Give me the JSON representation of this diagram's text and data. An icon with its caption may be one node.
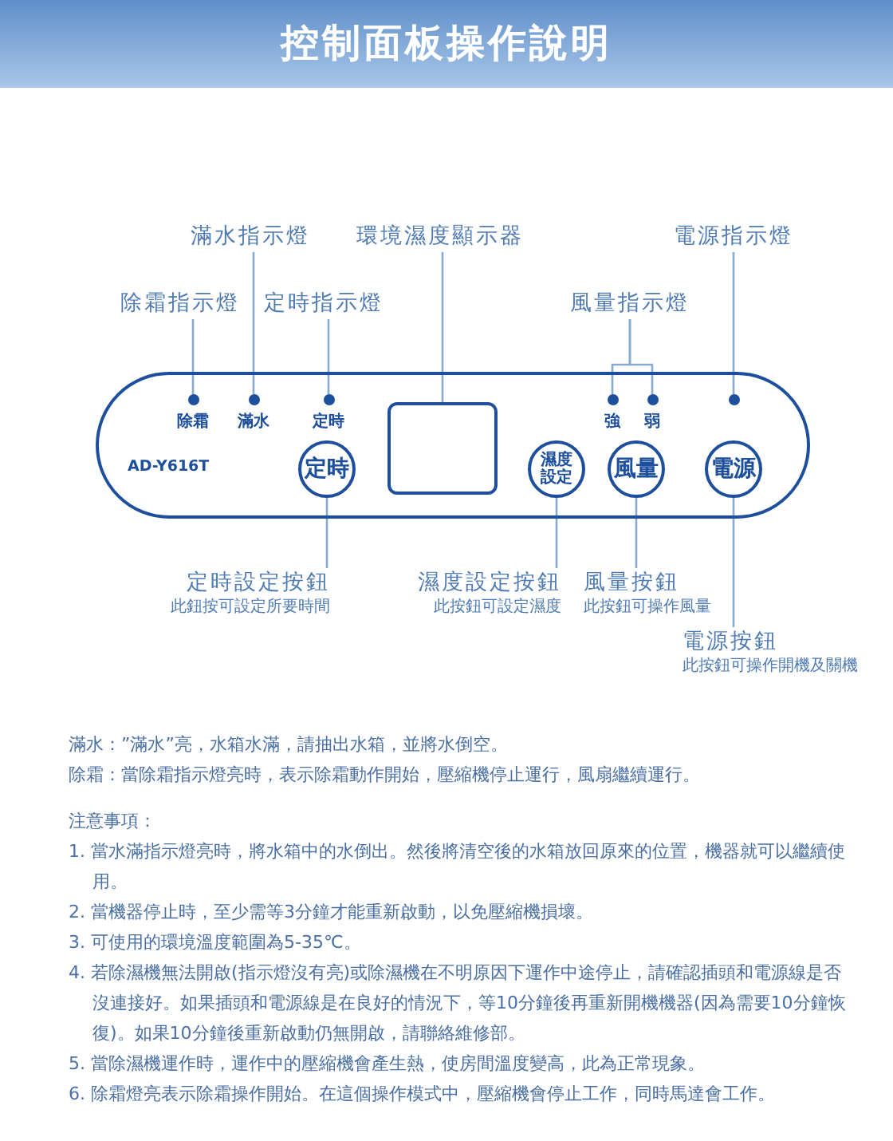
{
  "diagram": {
    "title": "控制面板操作說明",
    "nodes": [
      {
        "text": [
          "AD-Y616T"
        ]
      },
      {
        "text": [
          "除霜"
        ],
        "in": 0
      },
      {
        "text": [
          "滿水"
        ],
        "in": 0
      },
      {
        "text": [
          "定時"
        ],
        "in": 0
      },
      {
        "text": [
          "強"
        ],
        "in": 0
      },
      {
        "text": [
          "弱"
        ],
        "in": 0
      },
      {
        "text": [],
        "shape": "circle",
        "in": 0
      },
      {
        "text": [],
        "shape": "box",
        "in": 0
      },
      {
        "text": [
          "定時"
        ],
        "in": 0
      },
      {
        "text": [
          "濕度設定"
        ],
        "in": 0
      },
      {
        "text": [
          "風量"
        ],
        "in": 0
      },
      {
        "text": [
          "電源"
        ],
        "in": 0
      },
      {
        "text": [
          "滿水指示燈"
        ]
      },
      {
        "text": [
          "環境濕度顯示器"
        ]
      },
      {
        "text": [
          "電源指示燈"
        ]
      },
      {
        "text": [
          "除霜指示燈"
        ]
      },
      {
        "text": [
          "定時指示燈"
        ]
      },
      {
        "text": [
          "風量指示燈"
        ]
      },
      {
        "text": [
          "定時設定按鈕",
          "此鈕按可設定所要時間"
        ]
      },
      {
        "text": [
          "濕度設定按鈕",
          "此按鈕可設定濕度"
        ]
      },
      {
        "text": [
          "風量按鈕",
          "此按鈕可操作風量"
        ]
      },
      {
        "text": [
          "電源按鈕",
          "此按鈕可操作開機及關機"
        ]
      }
    ],
    "edges": [
      {
        "from": 12,
        "to": 2,
        "arrow": "none"
      },
      {
        "from": 13,
        "to": 7,
        "arrow": "none"
      },
      {
        "from": 14,
        "to": 6,
        "arrow": "none"
      },
      {
        "from": 15,
        "to": 1,
        "arrow": "none"
      },
      {
        "from": 16,
        "to": 3,
        "arrow": "none"
      },
      {
        "from": 17,
        "to": 4,
        "arrow": "none"
      },
      {
        "from": 17,
        "to": 5,
        "arrow": "none"
      },
      {
        "from": 18,
        "to": 8,
        "arrow": "none"
      },
      {
        "from": 19,
        "to": 9,
        "arrow": "none"
      },
      {
        "from": 20,
        "to": 10,
        "arrow": "none"
      },
      {
        "from": 21,
        "to": 11,
        "arrow": "none"
      }
    ],
    "labels": [
      "滿水：”滿水”亮，水箱水滿，請抽出水箱，並將水倒空。",
      "除霜：當除霜指示燈亮時，表示除霜動作開始，壓縮機停止運行，風扇繼續運行。",
      "注意事項：",
      "1. 當水滿指示燈亮時，將水箱中的水倒出。然後將清空後的水箱放回原來的位置，機器就可以繼續使用。",
      "2. 當機器停止時，至少需等3分鐘才能重新啟動，以免壓縮機損壞。",
      "3. 可使用的環境溫度範圍為5-35℃。",
      "4. 若除濕機無法開啟(指示燈沒有亮)或除濕機在不明原因下運作中途停止，請確認插頭和電源線是否沒連接好。如果插頭和電源線是在良好的情況下，等10分鐘後再重新開機機器(因為需要10分鐘恢復)。如果10分鐘後重新啟動仍無開啟，請聯絡維修部。",
      "5. 當除濕機運作時，運作中的壓縮機會產生熱，使房間溫度變高，此為正常現象。",
      "6. 除霜燈亮表示除霜操作開始。在這個操作模式中，壓縮機會停止工作，同時馬達會工作。"
    ]
  }
}
